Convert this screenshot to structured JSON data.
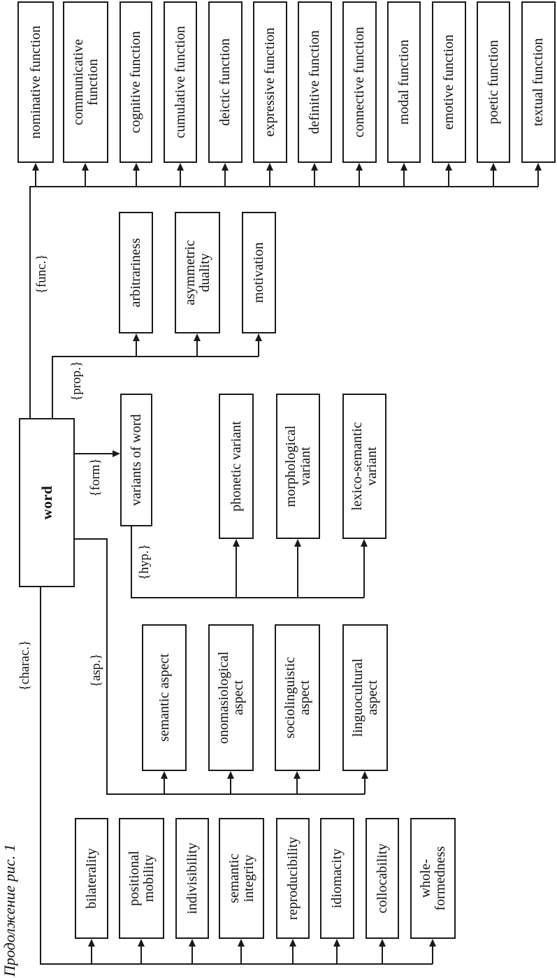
{
  "caption": "Продолжение рис. 1",
  "diagram": {
    "root": "word",
    "branches": {
      "functions": {
        "tag": "{func.}",
        "items": [
          "nominative function",
          "communicative\nfunction",
          "cognitive function",
          "cumulative function",
          "deictic function",
          "expressive function",
          "definitive function",
          "connective function",
          "modal function",
          "emotive function",
          "poetic function",
          "textual function"
        ]
      },
      "properties": {
        "tag": "{prop.}",
        "items": [
          "arbitrariness",
          "asymmetric\nduality",
          "motivation"
        ]
      },
      "form": {
        "tag": "{form}",
        "node": "variants of word"
      },
      "hyponyms": {
        "tag": "{hyp.}",
        "items": [
          "phonetic variant",
          "morphological\nvariant",
          "lexico-semantic\nvariant"
        ]
      },
      "aspects": {
        "tag": "{asp.}",
        "items": [
          "semantic aspect",
          "onomasiological\naspect",
          "sociolinguistic\naspect",
          "linguocultural\naspect"
        ]
      },
      "characteristics": {
        "tag": "{charac.}",
        "items": [
          "bilaterality",
          "positional\nmobility",
          "indivisibility",
          "semantic\nintegrity",
          "reproducibility",
          "idiomacity",
          "collocability",
          "whole-\nformedness"
        ]
      }
    }
  },
  "colors": {
    "line": "#1a1a1a",
    "background": "#ffffff",
    "text": "#0f0f0f"
  }
}
